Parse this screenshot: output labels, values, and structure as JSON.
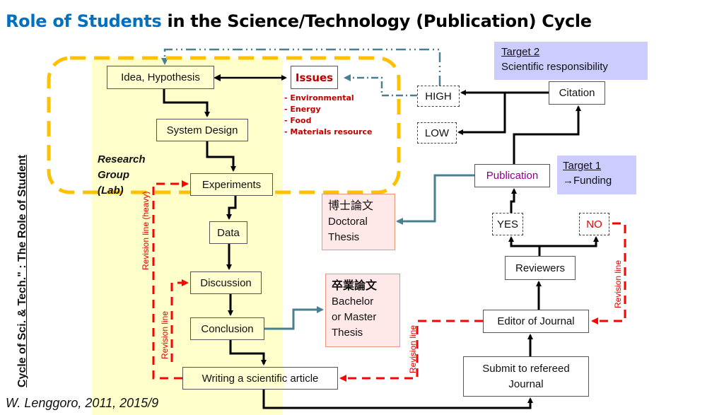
{
  "title": {
    "highlight": "Role of Students",
    "rest": " in the Science/Technology (Publication) Cycle"
  },
  "side_title": "Cycle of Sci. & Tech.\" : The Role of Student",
  "research_group": [
    "Research",
    "Group",
    "(Lab)"
  ],
  "author": "W. Lenggoro, 2011, 2015/9",
  "nodes": {
    "idea": "Idea, Hypothesis",
    "issues": "Issues",
    "system_design": "System Design",
    "experiments": "Experiments",
    "data": "Data",
    "discussion": "Discussion",
    "conclusion": "Conclusion",
    "writing": "Writing a scientific article",
    "doctoral_jp": "博士論文",
    "doctoral_l1": "Doctoral",
    "doctoral_l2": "Thesis",
    "bachelor_jp": "卒業論文",
    "bachelor_l1": "Bachelor",
    "bachelor_l2": "or Master",
    "bachelor_l3": "Thesis",
    "high": "HIGH",
    "low": "LOW",
    "citation": "Citation",
    "publication": "Publication",
    "yes": "YES",
    "no": "NO",
    "reviewers": "Reviewers",
    "editor": "Editor of Journal",
    "submit_l1": "Submit to refereed",
    "submit_l2": "Journal"
  },
  "issues_list": [
    "- Environmental",
    "- Energy",
    "- Food",
    "- Materials resource"
  ],
  "targets": {
    "t2_heading": "Target 2",
    "t2_text": "Scientific responsibility",
    "t1_heading": "Target 1",
    "t1_text": "→Funding"
  },
  "revision_labels": {
    "heavy": "Revision line (heavy)",
    "inner": "Revision line",
    "journal_left": "Revision line",
    "journal_right": "Revision line"
  },
  "colors": {
    "title_highlight": "#0070C0",
    "lab_background": "#FFFFCC",
    "lab_outline": "#FFC000",
    "revision": "#FF0000",
    "thesis_link": "#4A7F8F",
    "target_bg": "#CCCCFF",
    "issues_text": "#C00000",
    "publication_text": "#8B008B"
  }
}
